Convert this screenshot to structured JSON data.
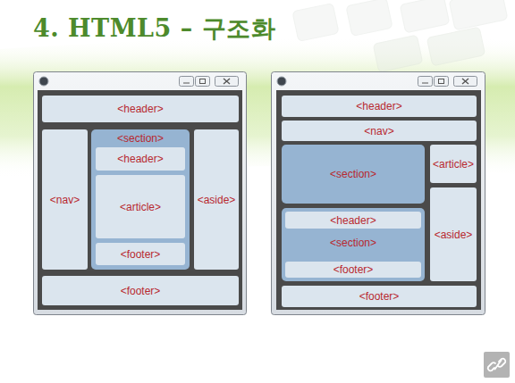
{
  "diagram": {
    "title": "4. HTML5 – 구조화",
    "nodes": [
      {
        "text": [
          "<header>"
        ]
      },
      {
        "text": [
          "<nav>"
        ]
      },
      {
        "text": [
          "<section>"
        ]
      },
      {
        "text": [
          "<header>"
        ],
        "in": 2
      },
      {
        "text": [
          "<article>"
        ],
        "in": 2
      },
      {
        "text": [
          "<footer>"
        ],
        "in": 2
      },
      {
        "text": [
          "<aside>"
        ]
      },
      {
        "text": [
          "<footer>"
        ]
      },
      {
        "text": [
          "<header>"
        ]
      },
      {
        "text": [
          "<nav>"
        ]
      },
      {
        "text": [
          "<section>"
        ]
      },
      {
        "text": [
          "<article>"
        ]
      },
      {
        "text": [
          "<section>"
        ]
      },
      {
        "text": [
          "<header>"
        ],
        "in": 12
      },
      {
        "text": [
          "<footer>"
        ],
        "in": 12
      },
      {
        "text": [
          "<aside>"
        ]
      },
      {
        "text": [
          "<footer>"
        ]
      }
    ]
  }
}
